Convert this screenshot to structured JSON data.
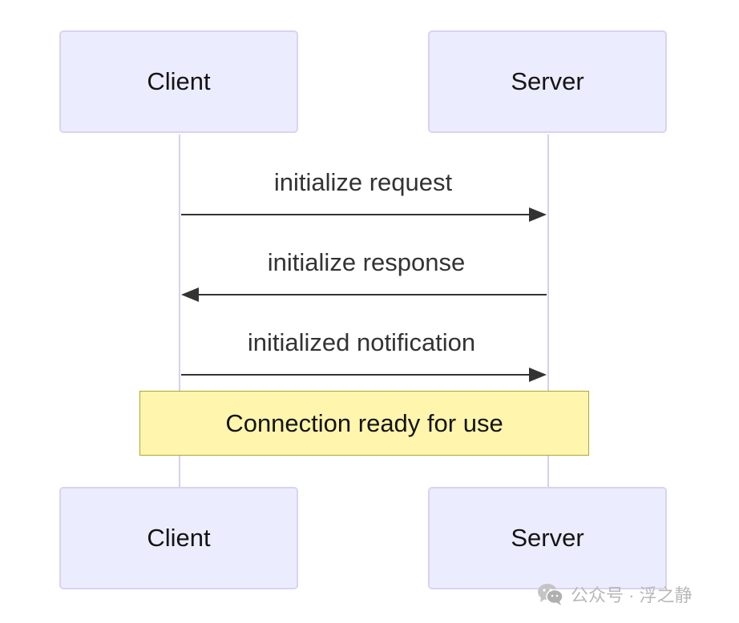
{
  "participants": {
    "left": "Client",
    "right": "Server"
  },
  "messages": [
    {
      "label": "initialize request",
      "direction": "right"
    },
    {
      "label": "initialize response",
      "direction": "left"
    },
    {
      "label": "initialized notification",
      "direction": "right"
    }
  ],
  "note": {
    "text": "Connection ready for use"
  },
  "watermark": {
    "text": "公众号 · 浮之静",
    "icon": "wechat-icon"
  },
  "colors": {
    "actor_fill": "#ececff",
    "actor_border": "#d9d3f2",
    "lifeline": "#d6d0ee",
    "note_fill": "#fff5ad",
    "note_border": "#aaaa33",
    "arrow": "#333333"
  }
}
